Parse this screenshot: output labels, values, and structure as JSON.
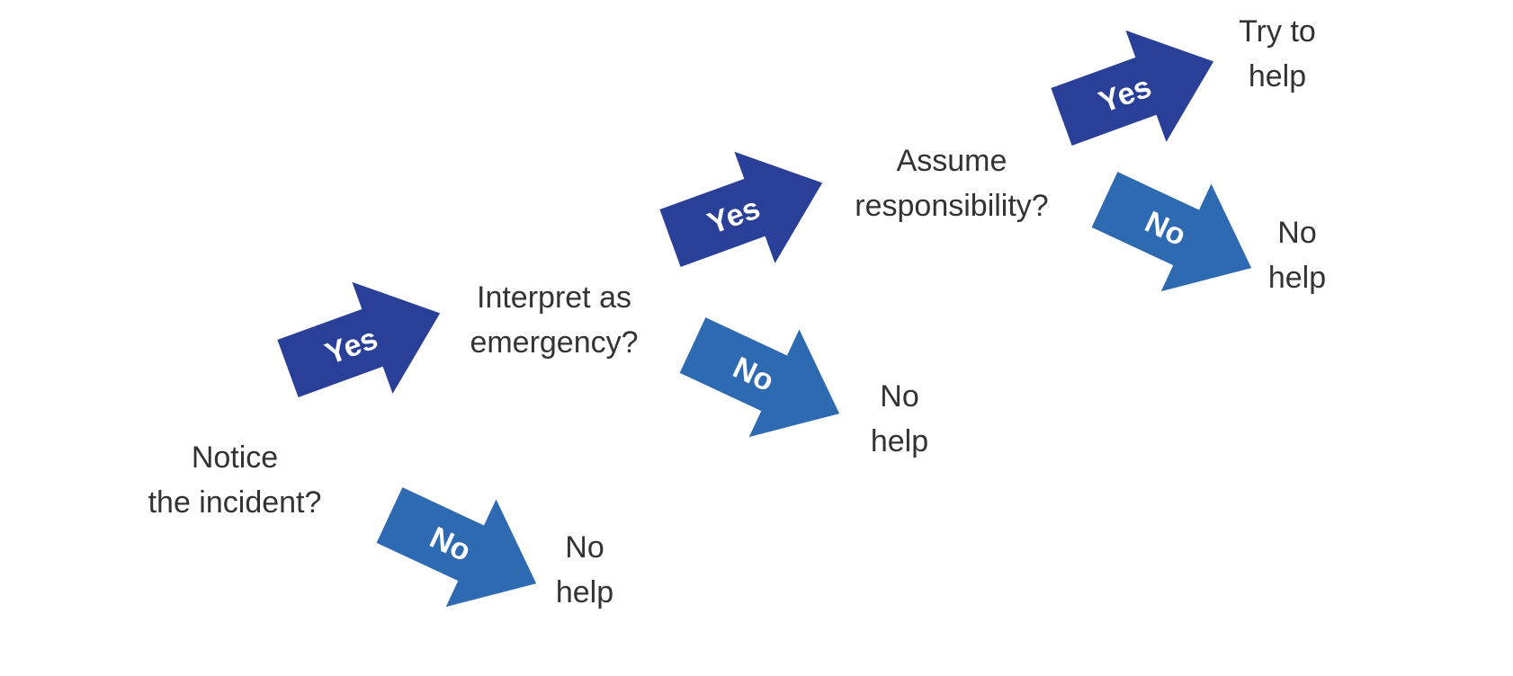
{
  "colors": {
    "yes_arrow": "#2a3f97",
    "no_arrow": "#2d6ab1",
    "text": "#333333",
    "arrow_text": "#ffffff"
  },
  "nodes": {
    "notice": {
      "line1": "Notice",
      "line2": "the incident?"
    },
    "interpret": {
      "line1": "Interpret as",
      "line2": "emergency?"
    },
    "assume": {
      "line1": "Assume",
      "line2": "responsibility?"
    },
    "try_help": {
      "line1": "Try to",
      "line2": "help"
    },
    "no_help_1": {
      "line1": "No",
      "line2": "help"
    },
    "no_help_2": {
      "line1": "No",
      "line2": "help"
    },
    "no_help_3": {
      "line1": "No",
      "line2": "help"
    }
  },
  "arrows": {
    "yes_label": "Yes",
    "no_label": "No"
  }
}
